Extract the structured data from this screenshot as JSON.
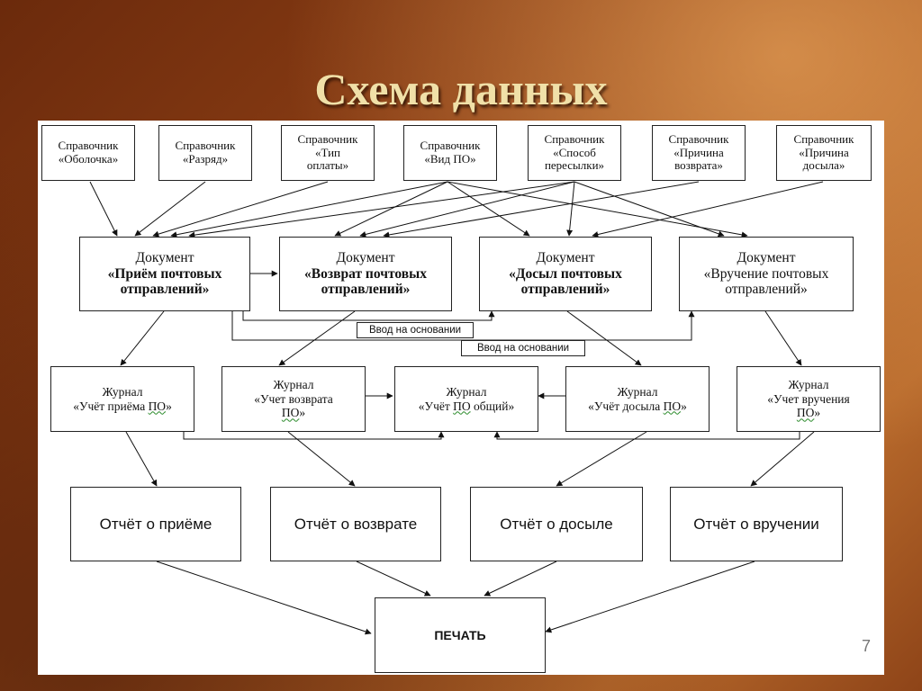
{
  "slide": {
    "title": "Схема данных",
    "number": "7"
  },
  "references": [
    {
      "line1": "Справочник",
      "line2": "«Оболочка»"
    },
    {
      "line1": "Справочник",
      "line2": "«Разряд»"
    },
    {
      "line1": "Справочник",
      "line2": "«Тип",
      "line3": "оплаты»"
    },
    {
      "line1": "Справочник",
      "line2": "«Вид ПО»"
    },
    {
      "line1": "Справочник",
      "line2": "«Способ",
      "line3": "пересылки»"
    },
    {
      "line1": "Справочник",
      "line2": "«Причина",
      "line3": "возврата»"
    },
    {
      "line1": "Справочник",
      "line2": "«Причина",
      "line3": "досыла»"
    }
  ],
  "documents": [
    {
      "line1": "Документ",
      "line2": "«Приём почтовых",
      "line3": "отправлений»"
    },
    {
      "line1": "Документ",
      "line2": "«Возврат почтовых",
      "line3": "отправлений»"
    },
    {
      "line1": "Документ",
      "line2": "«Досыл почтовых",
      "line3": "отправлений»"
    },
    {
      "line1": "Документ",
      "line2": "«Вручение почтовых",
      "line3": "отправлений»"
    }
  ],
  "basis_tags": [
    "Ввод на основании",
    "Ввод на основании"
  ],
  "journals": [
    {
      "line1": "Журнал",
      "line2a": "«Учёт приёма ",
      "line2b": "ПО",
      "line2c": "»"
    },
    {
      "line1": "Журнал",
      "line2": "«Учет возврата",
      "line3a": "",
      "line3b": "ПО",
      "line3c": "»"
    },
    {
      "line1": "Журнал",
      "line2a": "«Учёт ",
      "line2b": "ПО",
      "line2c": " общий»"
    },
    {
      "line1": "Журнал",
      "line2a": "«Учёт досыла ",
      "line2b": "ПО",
      "line2c": "»"
    },
    {
      "line1": "Журнал",
      "line2": "«Учет вручения",
      "line3a": "",
      "line3b": "ПО",
      "line3c": "»"
    }
  ],
  "reports": [
    "Отчёт о приёме",
    "Отчёт о возврате",
    "Отчёт о досыле",
    "Отчёт о вручении"
  ],
  "print_label": "ПЕЧАТЬ"
}
